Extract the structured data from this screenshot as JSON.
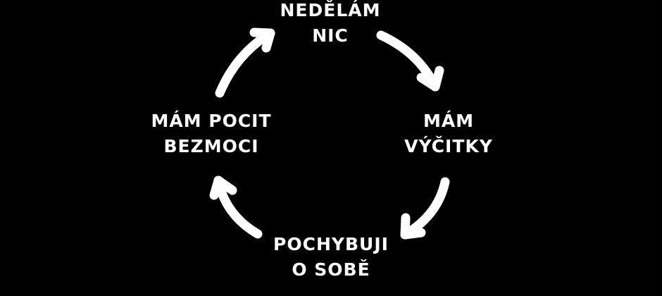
{
  "diagram": {
    "type": "cycle",
    "background": "#000000",
    "foreground": "#ffffff",
    "nodes": [
      {
        "id": "top",
        "lines": [
          "NEDĚLÁM",
          "NIC"
        ]
      },
      {
        "id": "right",
        "lines": [
          "MÁM",
          "VÝČITKY"
        ]
      },
      {
        "id": "bottom",
        "lines": [
          "POCHYBUJI",
          "O SOBĚ"
        ]
      },
      {
        "id": "left",
        "lines": [
          "MÁM POCIT",
          "BEZMOCI"
        ]
      }
    ],
    "arrows": [
      {
        "from": "top",
        "to": "right",
        "icon": "curved-arrow"
      },
      {
        "from": "right",
        "to": "bottom",
        "icon": "curved-arrow"
      },
      {
        "from": "bottom",
        "to": "left",
        "icon": "curved-arrow"
      },
      {
        "from": "left",
        "to": "top",
        "icon": "curved-arrow"
      }
    ]
  }
}
